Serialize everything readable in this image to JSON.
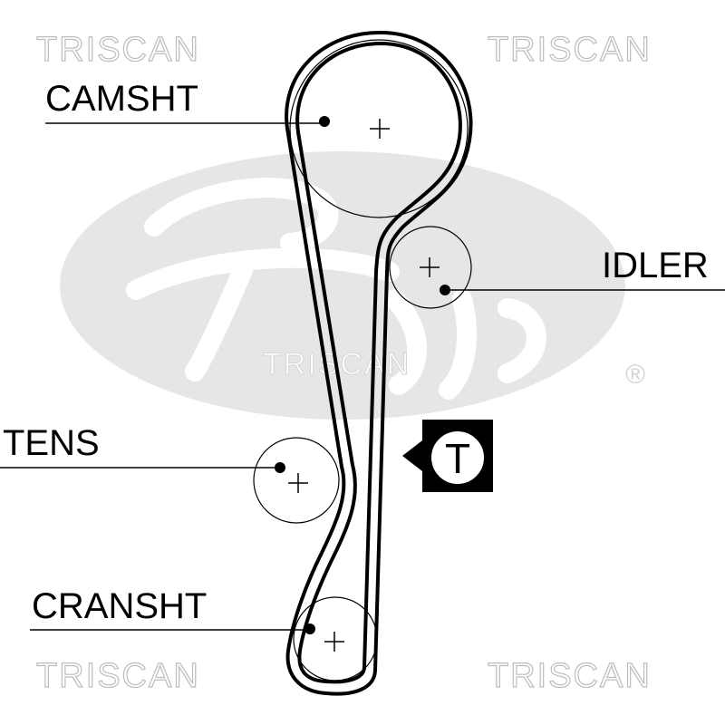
{
  "diagram": {
    "labels": {
      "camshaft": "CAMSHT",
      "idler": "IDLER",
      "tensioner": "TENS",
      "crankshaft": "CRANSHT"
    },
    "tension_mark": "T",
    "registered_mark": "®"
  },
  "watermark": {
    "text": "TRISCAN",
    "logo_text": "Gates"
  },
  "colors": {
    "line": "#000000",
    "watermark": "#bdbdbd",
    "logo": "#e6e6e6"
  }
}
